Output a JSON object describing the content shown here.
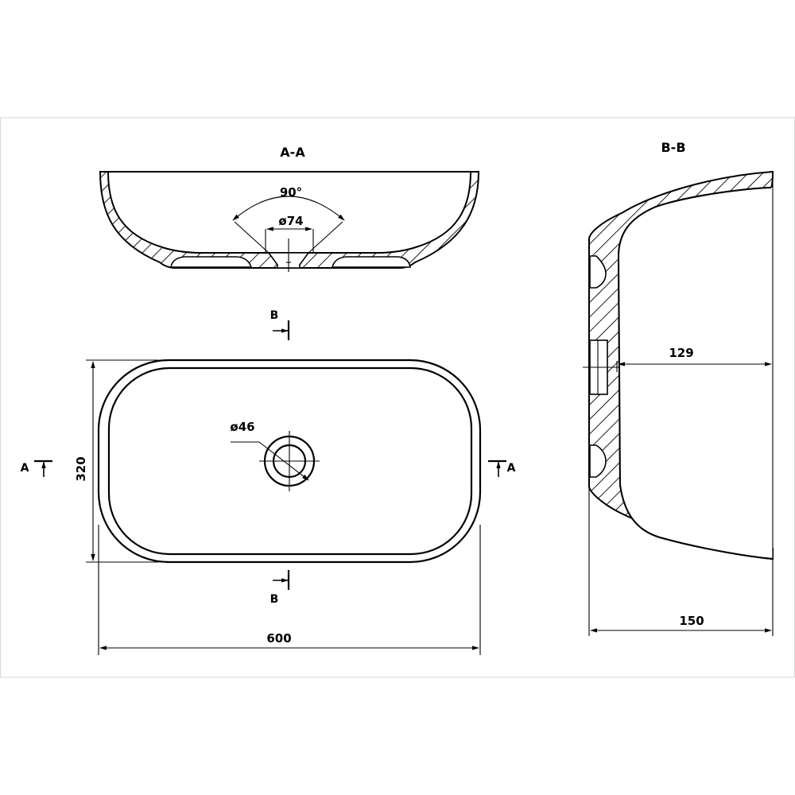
{
  "drawing": {
    "colors": {
      "line": "#000000",
      "background": "#ffffff",
      "frame": "#d9d9d9"
    },
    "sections": {
      "aa_title": "A-A",
      "bb_title": "B-B"
    },
    "labels": {
      "angle": "90°",
      "drain_outer_dia": "ø74",
      "drain_dia": "ø46",
      "width": "600",
      "depth_plan": "320",
      "height": "150",
      "inner_height": "129",
      "cut_a_left": "A",
      "cut_a_right": "A",
      "cut_b_top": "B",
      "cut_b_bottom": "B"
    }
  }
}
